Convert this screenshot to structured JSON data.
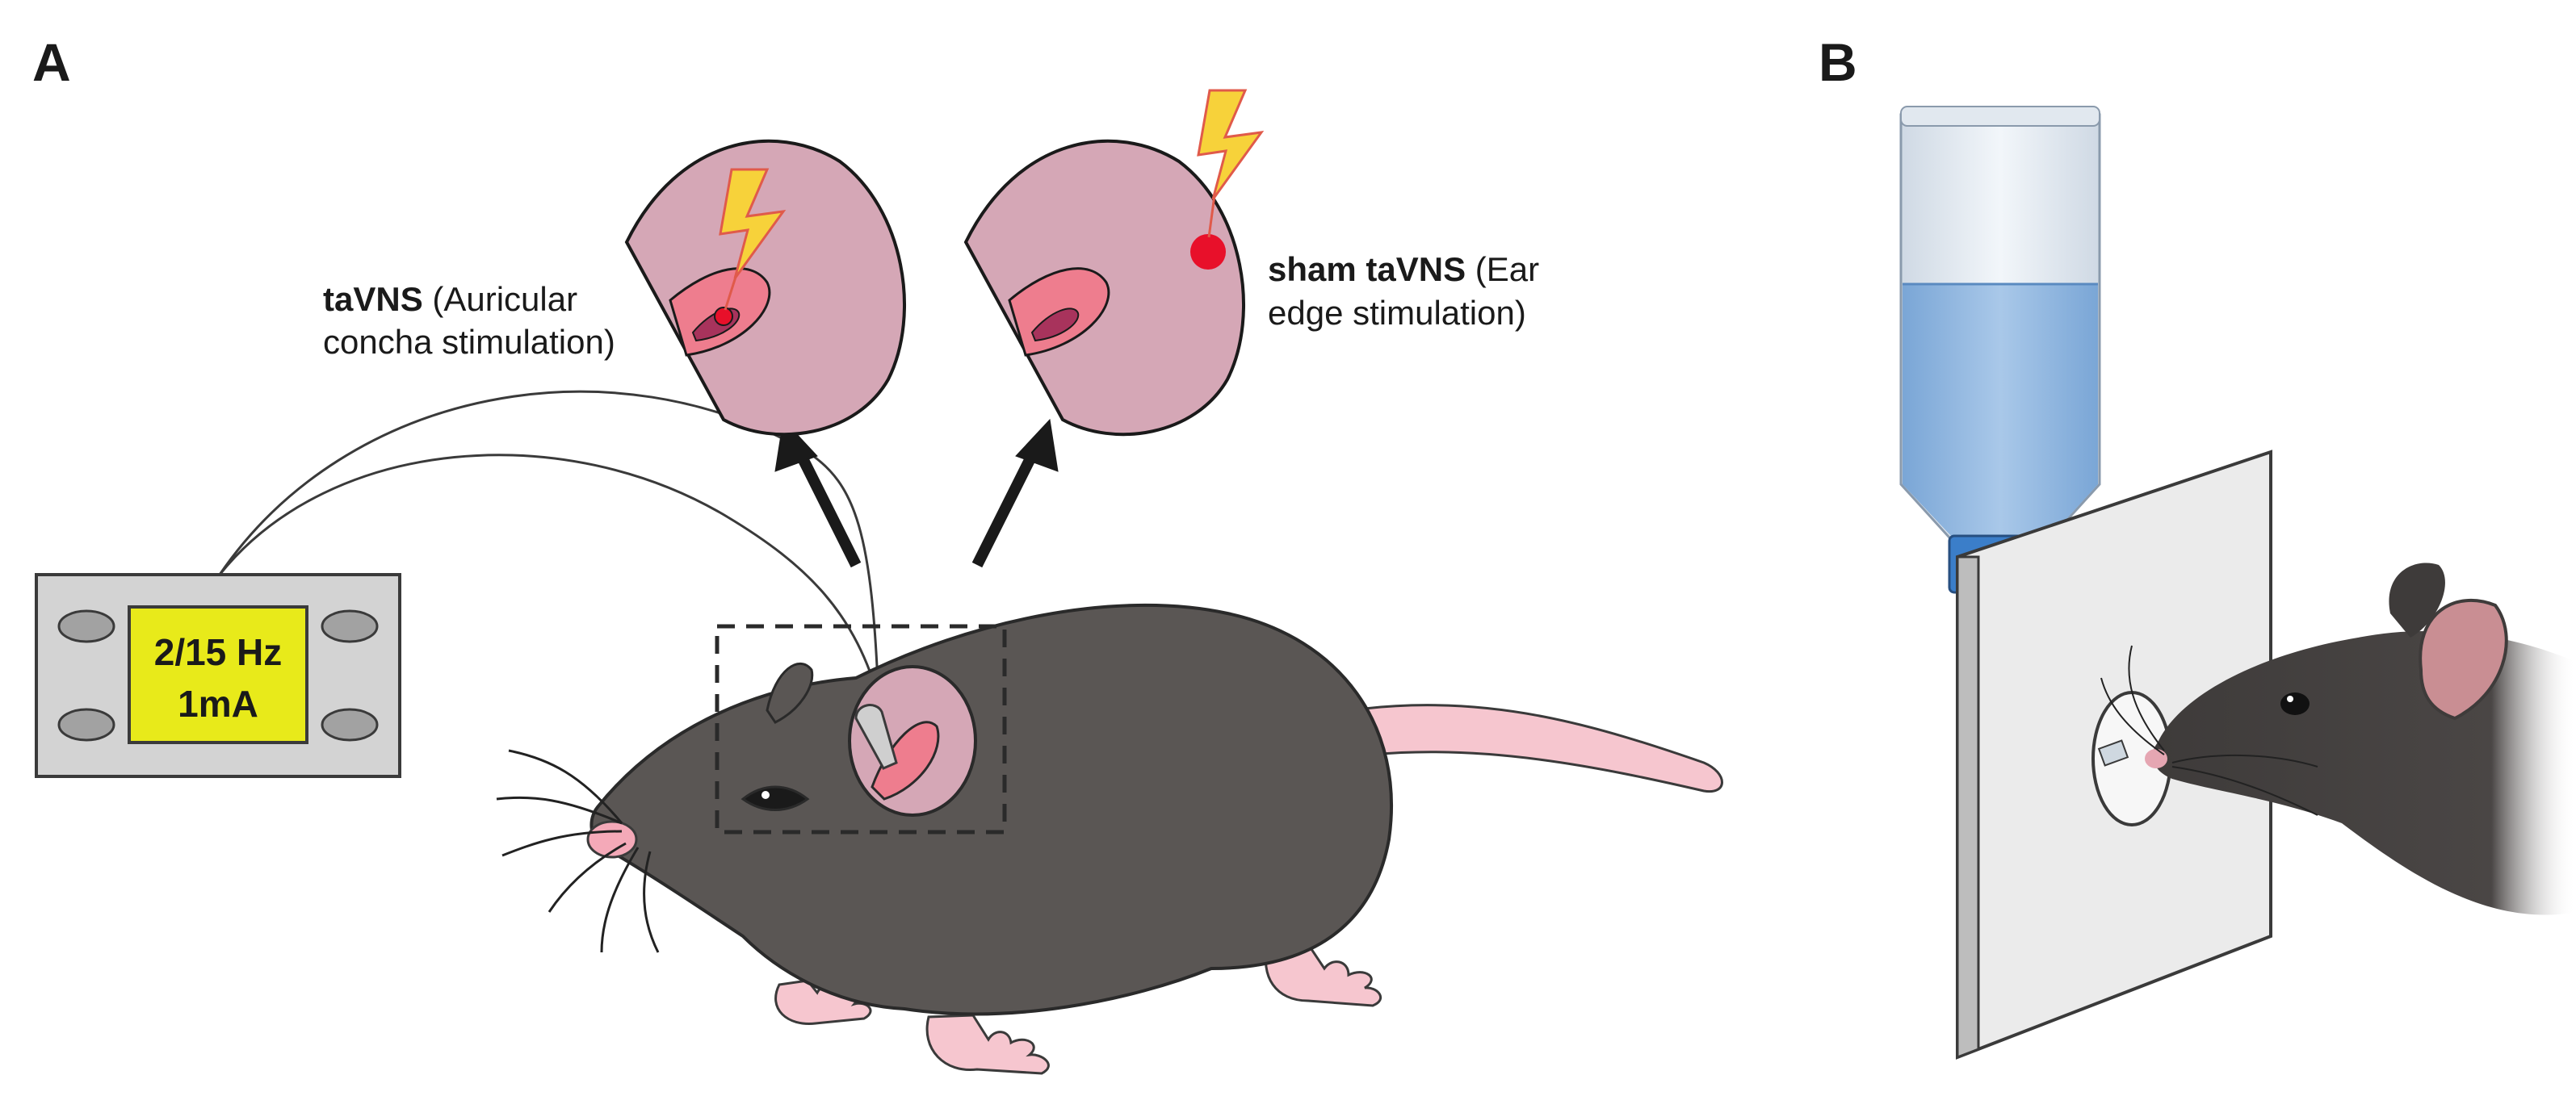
{
  "panels": {
    "a": {
      "label": "A"
    },
    "b": {
      "label": "B"
    }
  },
  "stimulator": {
    "display_line1": "2/15 Hz",
    "display_line2": "1mA"
  },
  "ear_insets": {
    "tavns": {
      "title_bold": "taVNS",
      "title_rest": " (Auricular",
      "line2": "concha stimulation)"
    },
    "sham": {
      "title_bold": "sham taVNS",
      "title_rest": " (Ear",
      "line2": "edge stimulation)"
    }
  },
  "colors": {
    "mouse_body": "#5a5654",
    "ear_outer": "#d5a7b6",
    "concha": "#ee7d8e",
    "stim_point": "#e8102a",
    "lightning": "#f7d23a",
    "lcd_screen": "#e8ea1a",
    "water": "#8db4dc",
    "bottle_cap": "#3b7ec9",
    "tail_pink": "#f6c6cf"
  }
}
